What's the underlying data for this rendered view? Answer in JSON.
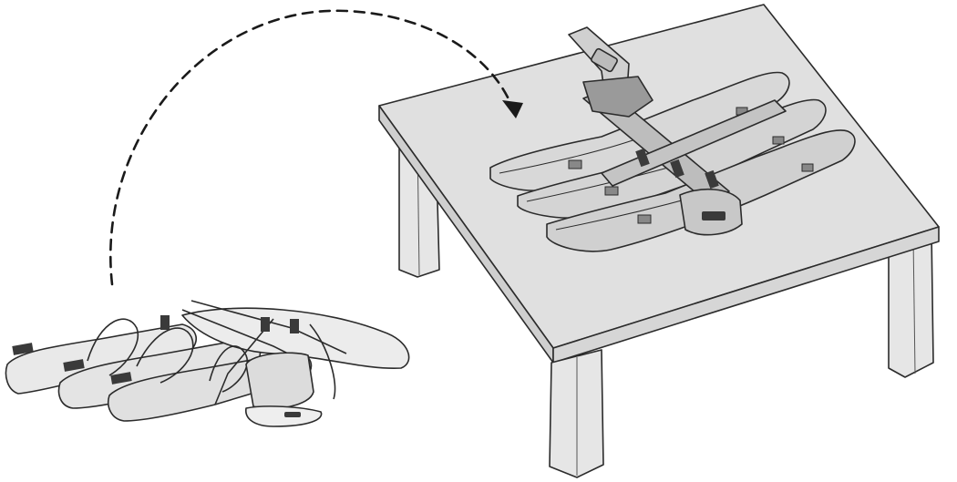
{
  "colors": {
    "background": "#ffffff",
    "table_top": "#e0e0e0",
    "table_edge": "#cfcfcf",
    "table_leg": "#e6e6e6",
    "outline": "#2b2b2b",
    "rack_fill": "#d8d8d8",
    "rack_dark": "#3a3a3a",
    "folded_fill": "#e9e9e9"
  },
  "icons": {
    "arrow": "dashed-curved-arrow",
    "folded_rack": "folded-bike-rack",
    "table": "table",
    "unfolded_rack": "unfolded-bike-rack"
  }
}
